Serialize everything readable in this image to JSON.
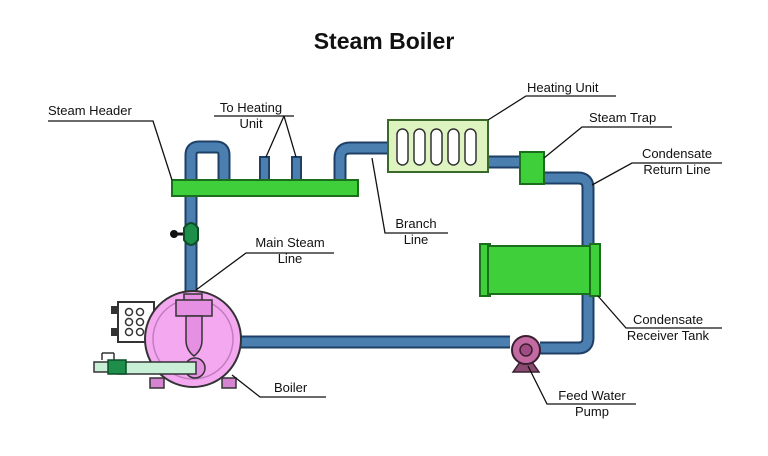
{
  "title": "Steam Boiler",
  "labels": {
    "steam_header": "Steam Header",
    "to_heating_unit": [
      "To Heating",
      "Unit"
    ],
    "heating_unit": "Heating Unit",
    "steam_trap": "Steam Trap",
    "condensate_return_line": [
      "Condensate",
      "Return Line"
    ],
    "branch_line": [
      "Branch",
      "Line"
    ],
    "main_steam_line": [
      "Main Steam",
      "Line"
    ],
    "condensate_receiver_tank": [
      "Condensate",
      "Receiver Tank"
    ],
    "boiler": "Boiler",
    "feed_water_pump": [
      "Feed Water",
      "Pump"
    ]
  },
  "colors": {
    "pipe": "#4a7fb0",
    "pipe_edge": "#1e3f66",
    "green": "#3fcf3a",
    "heating_unit": "#ddf3c0",
    "boiler": "#f3a8f0",
    "pump": "#c46aa3",
    "valve": "#1d8f4a"
  }
}
